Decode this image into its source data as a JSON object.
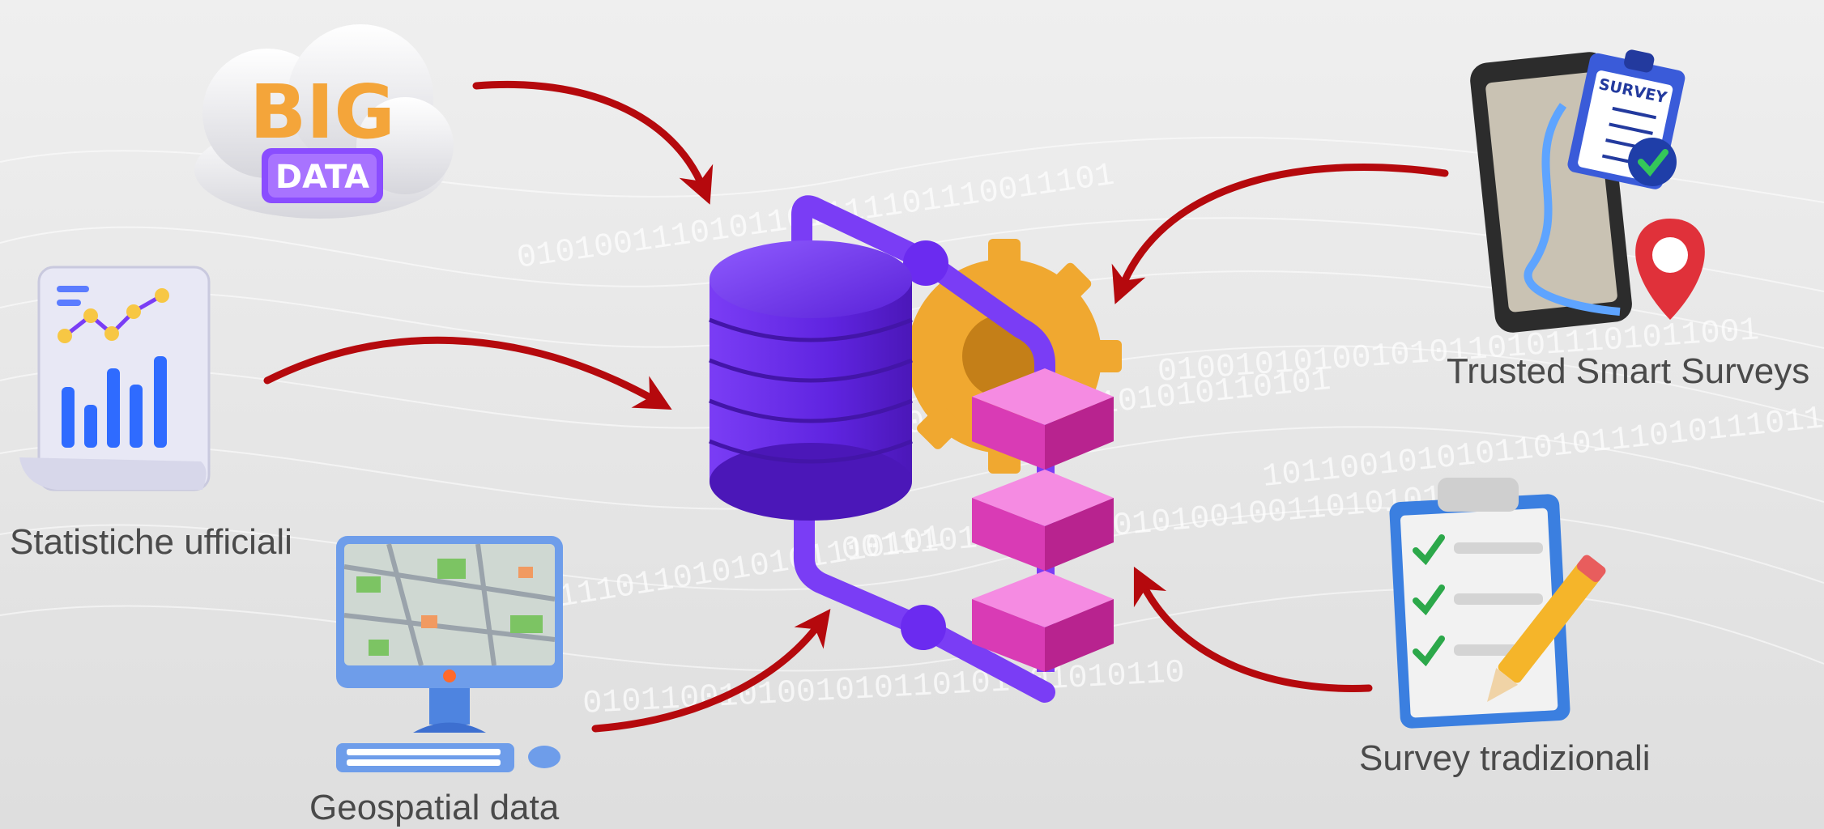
{
  "labels": {
    "big_data_top": "BIG",
    "big_data_bottom": "DATA",
    "survey_badge": "SURVEY",
    "statistiche": "Statistiche ufficiali",
    "geospatial": "Geospatial data",
    "trusted": "Trusted Smart Surveys",
    "tradizionali": "Survey tradizionali"
  },
  "background_binary": [
    "0101001110101101111101110011101",
    "10101010010101010010101010110101",
    "0011101001010101010010011010101",
    "1101110101011101101010101110101",
    "0100101010010101101011101011001",
    "1011001010101101011101011101110",
    "0101100101001010110101001010110"
  ],
  "colors": {
    "arrow": "#b5090d",
    "database": "#6b2bf0",
    "pipe": "#7a3df5",
    "gear": "#f0a830",
    "cube": "#e23fc4",
    "background": "#e6e6e6",
    "text": "#4a4a4a"
  },
  "icons": [
    "big-data-cloud-icon",
    "statistics-chart-icon",
    "geospatial-computer-icon",
    "smart-survey-phone-icon",
    "clipboard-checklist-icon",
    "database-pipeline-icon"
  ]
}
